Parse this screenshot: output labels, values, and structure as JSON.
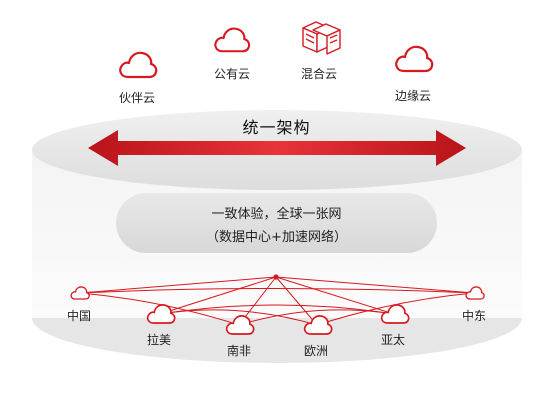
{
  "header": {
    "clouds": [
      {
        "label": "伙伴云",
        "icon": "cloud-icon"
      },
      {
        "label": "公有云",
        "icon": "cloud-icon"
      },
      {
        "label": "混合云",
        "icon": "server-rack-icon"
      },
      {
        "label": "边缘云",
        "icon": "cloud-icon"
      }
    ]
  },
  "banner": {
    "text": "统一架构"
  },
  "center": {
    "line1": "一致体验，全球一张网",
    "line2": "（数据中心+加速网络）"
  },
  "regions": [
    {
      "label": "中国"
    },
    {
      "label": "拉美"
    },
    {
      "label": "南非"
    },
    {
      "label": "欧洲"
    },
    {
      "label": "亚太"
    },
    {
      "label": "中东"
    }
  ],
  "colors": {
    "accent": "#d71920",
    "cylinder_top": "#e9e9e9",
    "cylinder_side": "#f6f6f6",
    "pill": "#e3e3e3"
  }
}
